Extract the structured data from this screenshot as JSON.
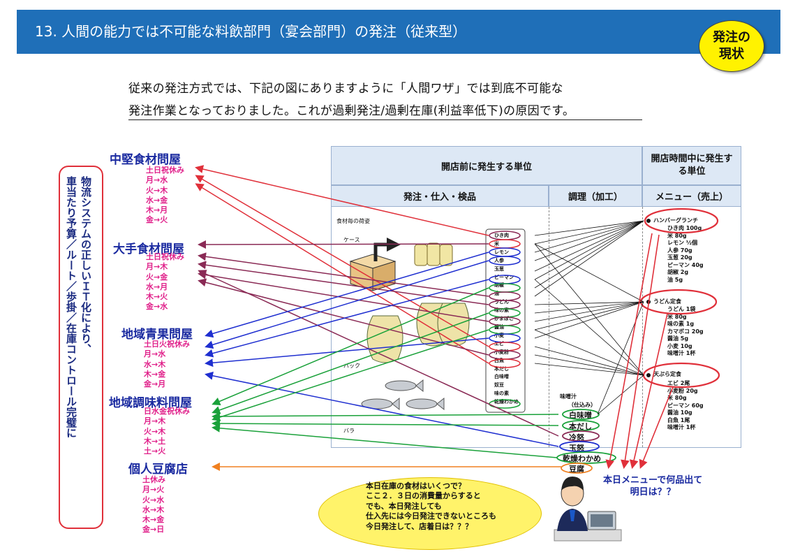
{
  "header": {
    "title": "13. 人間の能力では不可能な料飲部門（宴会部門）の発注（従来型）",
    "badge_lines": [
      "発注の",
      "現状"
    ]
  },
  "intro": {
    "line1": "従来の発注方式では、下記の図にありますように「人間ワザ」では到底不可能な",
    "line2": "発注作業となっておりました。これが過剰発注/過剰在庫(利益率低下)の原因です。"
  },
  "side_box": {
    "col1": "物流システムの正しいＩＴ化により、",
    "col2": "車当たり予算／ルート／歩掛／在庫コントロール完璧に"
  },
  "suppliers": [
    {
      "name": "中堅食材問屋",
      "schedule": [
        "土日祝休み",
        "月→水",
        "火→木",
        "水→金",
        "木→月",
        "金→火"
      ]
    },
    {
      "name": "大手食材問屋",
      "schedule": [
        "土日祝休み",
        "月→木",
        "火→金",
        "水→月",
        "木→火",
        "金→水"
      ]
    },
    {
      "name": "地域青果問屋",
      "schedule": [
        "土日火祝休み",
        "月→水",
        "水→木",
        "木→金",
        "金→月"
      ]
    },
    {
      "name": "地域調味料問屋",
      "schedule": [
        "日水金祝休み",
        "月→木",
        "火→木",
        "木→土",
        "土→火"
      ]
    },
    {
      "name": "個人豆腐店",
      "schedule": [
        "土休み",
        "月→火",
        "火→水",
        "水→木",
        "木→金",
        "金→日"
      ]
    }
  ],
  "table": {
    "header_group_pre": "開店前に発生する単位",
    "header_group_open": "開店時間中に発生する単位",
    "col_order": "発注・仕入・検品",
    "col_cook": "調理（加工）",
    "col_menu": "メニュー（売上）",
    "label_per_item": "食材毎の荷姿",
    "label_case": "ケース",
    "label_pack": "パック",
    "label_loose": "バラ",
    "ingredients": [
      "ひき肉",
      "米",
      "レモン",
      "人参",
      "玉葱",
      "ピーマン",
      "胡椒",
      "油",
      "うどん",
      "味の素",
      "かまぼこ",
      "醤油",
      "小麦",
      "エビ",
      "小麦粉",
      "白魚",
      "本だし",
      "白味噌",
      "奴豆",
      "味の素",
      "乾燥わかめ"
    ],
    "cook_label": "味噌汁",
    "cook_sub": "（仕込み）",
    "cook_items": [
      "白味噌",
      "本だし",
      "冷怒",
      "玉怒",
      "乾燥わかめ",
      "豆腐"
    ],
    "menus": [
      {
        "name": "ハンバーグランチ",
        "items": [
          "ひき肉 100g",
          "米 80g",
          "レモン ½個",
          "人参 70g",
          "玉葱 20g",
          "ピーマン 40g",
          "胡椒 2g",
          "油 5g"
        ]
      },
      {
        "name": "うどん定食",
        "items": [
          "うどん 1袋",
          "米 80g",
          "味の素 1g",
          "カマボコ 20g",
          "醤油 5g",
          "小麦 10g",
          "味噌汁 1杯"
        ]
      },
      {
        "name": "天ぷら定食",
        "items": [
          "エビ 2尾",
          "小麦粉 20g",
          "米 80g",
          "ピーマン 60g",
          "醤油 10g",
          "白魚 1尾",
          "味噌汁 1杯"
        ]
      }
    ]
  },
  "speech": {
    "lines": [
      "本日在庫の食材はいくつで？",
      "ここ２．３日の消費量からすると",
      "でも、本日発注しても",
      "仕入先には今日発注できないところも",
      "今日発注して、店着日は？？？"
    ]
  },
  "menu_question": {
    "lines": [
      "本日メニューで何品出て",
      "明日は？？"
    ]
  },
  "colors": {
    "title_bg": "#1f6fb8",
    "badge": "#fff200",
    "red": "#e0303a",
    "blue": "#1f2fd0",
    "green": "#1aa13a",
    "maroon": "#8a2a55",
    "orange": "#f08020"
  }
}
